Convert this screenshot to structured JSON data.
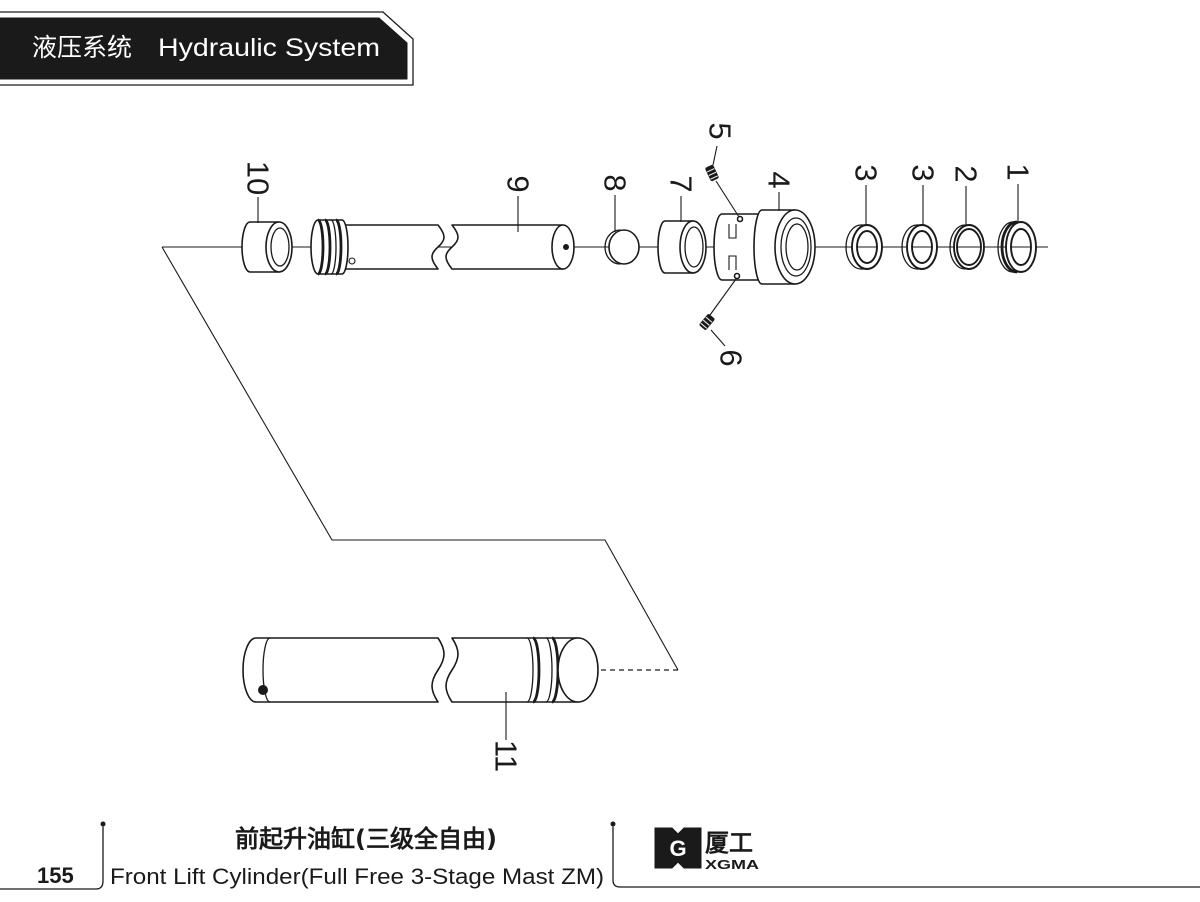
{
  "header": {
    "title_cn": "液压系统",
    "title_en": "Hydraulic System"
  },
  "diagram": {
    "callouts": {
      "p1": "1",
      "p2": "2",
      "p3a": "3",
      "p3b": "3",
      "p4": "4",
      "p5": "5",
      "p6": "6",
      "p7": "7",
      "p8": "8",
      "p9": "9",
      "p10": "10",
      "p11": "11"
    }
  },
  "footer": {
    "page_number": "155",
    "title_cn": "前起升油缸(三级全自由)",
    "title_en": "Front Lift Cylinder(Full Free 3-Stage Mast ZM)"
  },
  "logo": {
    "mark": "G",
    "name_cn": "厦工",
    "name_en": "XGMA"
  },
  "colors": {
    "ink": "#1a1a1a",
    "paper": "#ffffff"
  }
}
